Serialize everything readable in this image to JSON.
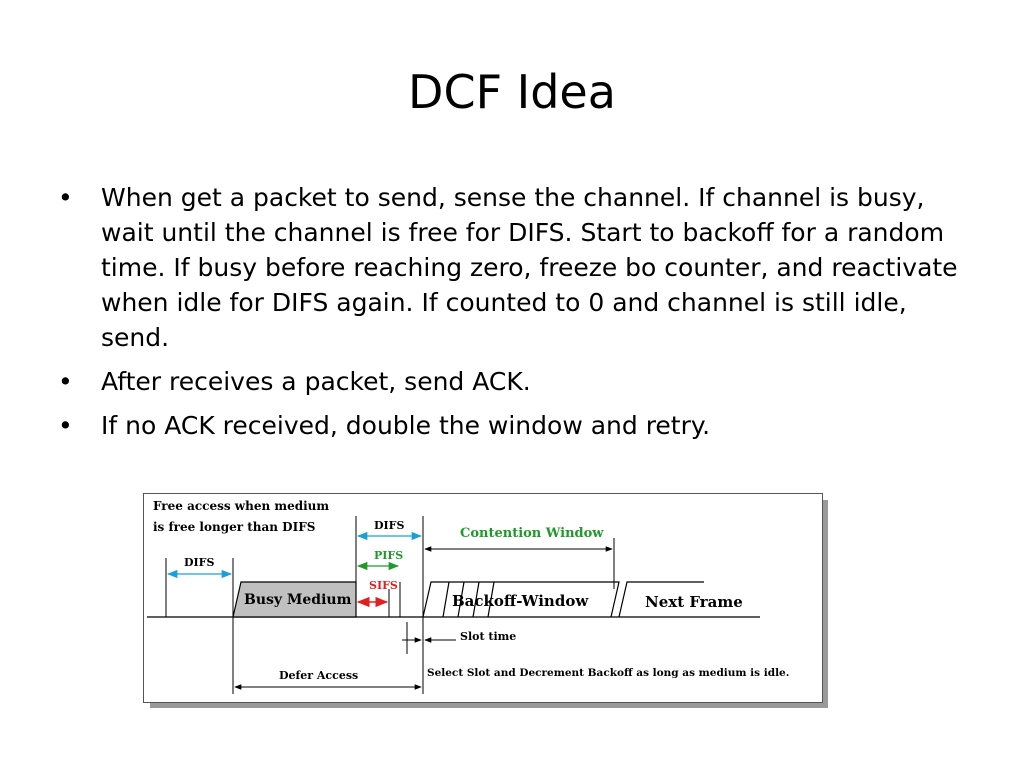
{
  "slide": {
    "title": "DCF Idea",
    "bullets": [
      "When get a packet to send, sense the channel. If channel is busy, wait until the channel is free for DIFS. Start to backoff for a random time. If busy before reaching zero, freeze bo counter, and reactivate when idle for DIFS again. If counted to 0 and channel is still idle, send.",
      "After receives a packet, send ACK.",
      "If  no ACK received, double the window and retry."
    ]
  },
  "diagram": {
    "note_line1": "Free access when medium",
    "note_line2": "is free longer than DIFS",
    "difs_left": "DIFS",
    "difs_top": "DIFS",
    "pifs": "PIFS",
    "sifs": "SIFS",
    "contention_window": "Contention Window",
    "busy_medium": "Busy Medium",
    "backoff_window": "Backoff-Window",
    "next_frame": "Next Frame",
    "slot_time": "Slot time",
    "defer_access": "Defer Access",
    "select_slot": "Select Slot and Decrement Backoff as long as medium is idle.",
    "colors": {
      "difs_arrow": "#1aa0d8",
      "pifs": "#1f9a2a",
      "sifs": "#e02020",
      "busy_fill": "#c0c0c0"
    }
  }
}
